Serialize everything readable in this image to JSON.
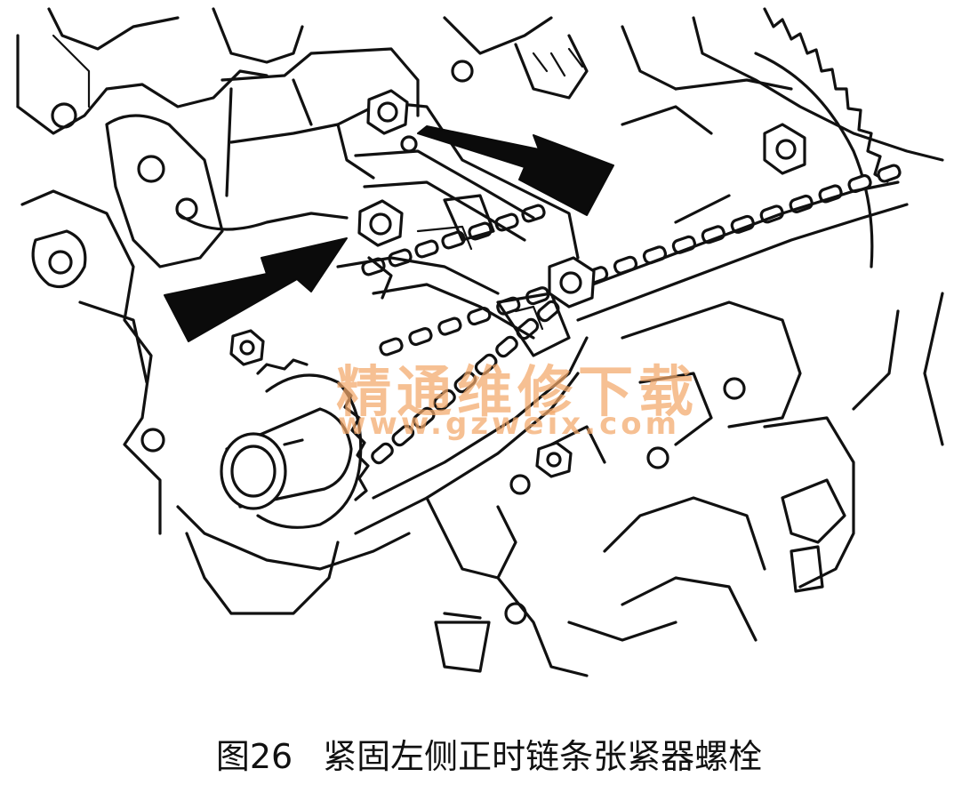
{
  "figure": {
    "label": "图26",
    "title": "紧固左侧正时链条张紧器螺栓"
  },
  "watermark": {
    "text": "精通维修下载",
    "url": "www.gzweix.com"
  },
  "callouts": [
    {
      "name": "arrow-upper-bolt",
      "points_to": "upper tensioner bolt"
    },
    {
      "name": "arrow-lower-bolt",
      "points_to": "lower tensioner bolt"
    }
  ]
}
